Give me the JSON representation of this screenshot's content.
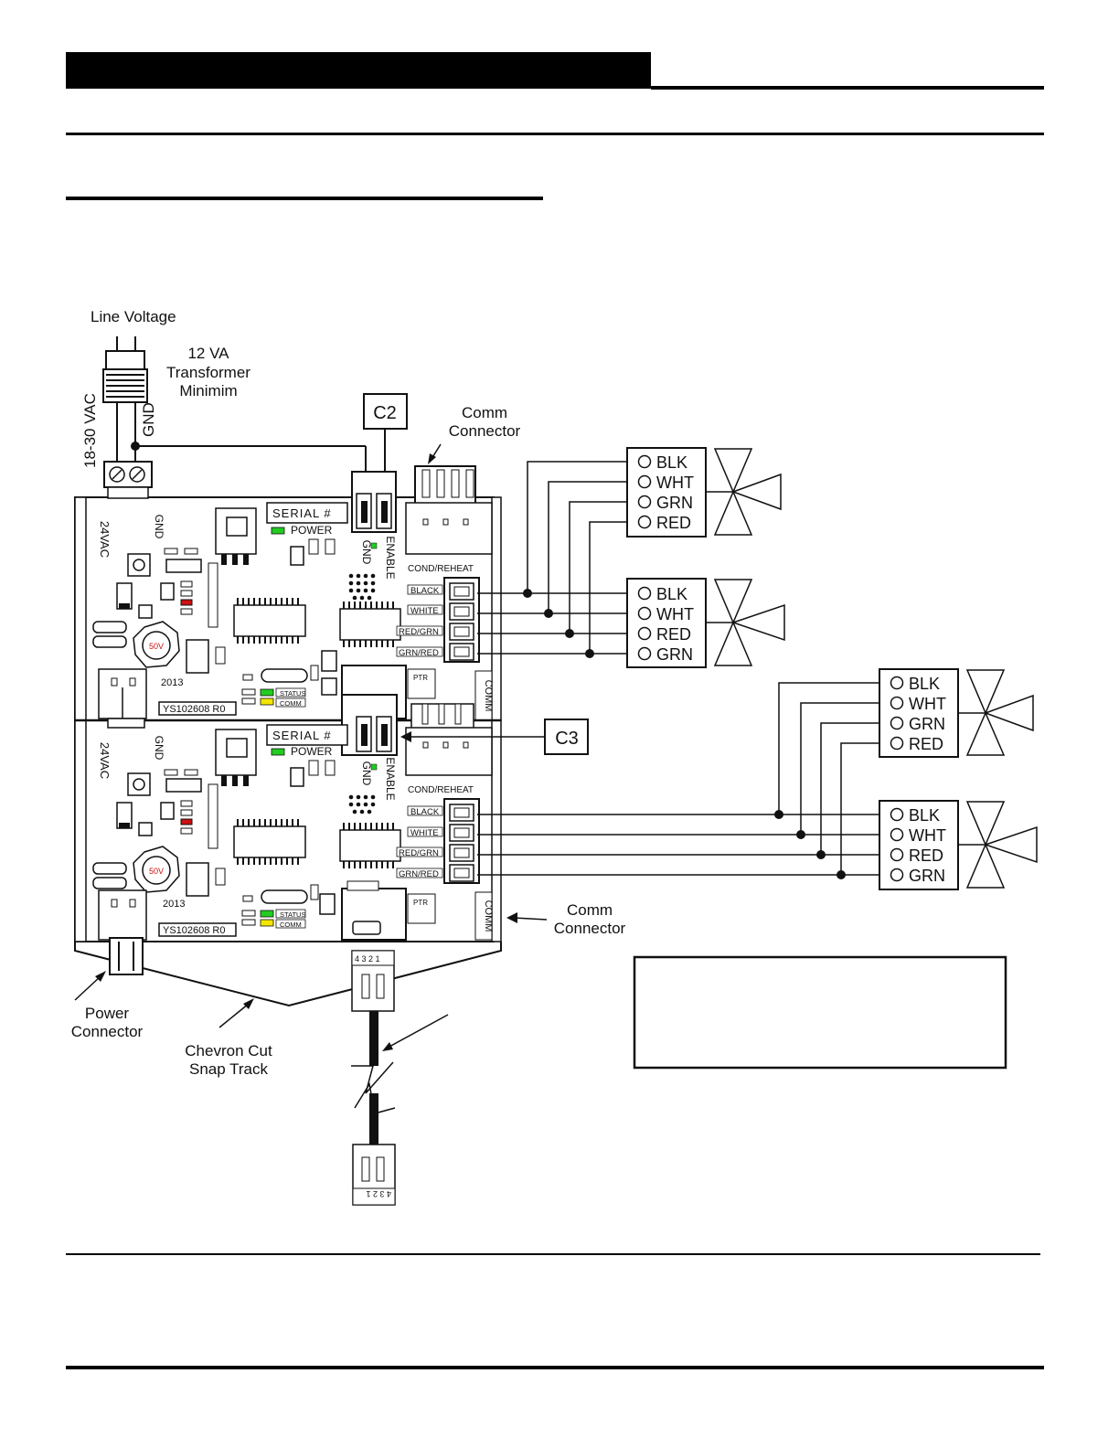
{
  "labels": {
    "line_voltage": "Line Voltage",
    "xfmr_1": "12 VA",
    "xfmr_2": "Transformer",
    "xfmr_3": "Minimim",
    "vac": "18-30 VAC",
    "gnd": "GND",
    "c2": "C2",
    "c3": "C3",
    "comm_top_1": "Comm",
    "comm_top_2": "Connector",
    "comm_bot_1": "Comm",
    "comm_bot_2": "Connector",
    "power_1": "Power",
    "power_2": "Connector",
    "chevron_1": "Chevron Cut",
    "chevron_2": "Snap Track"
  },
  "boards": {
    "board_1": {
      "vac": "24VAC",
      "gnd": "GND",
      "enable": "ENABLE",
      "serial": "SERIAL #",
      "power": "POWER",
      "cond": "COND/REHEAT",
      "black": "BLACK",
      "white": "WHITE",
      "redgrn": "RED/GRN",
      "grnred": "GRN/RED",
      "comm": "COMM",
      "year": "2013",
      "part": "YS102608 R0",
      "status": "STATUS",
      "comm_led": "COMM",
      "ptr": "PTR",
      "cap": "50V"
    },
    "board_2": {
      "vac": "24VAC",
      "gnd": "GND",
      "enable": "ENABLE",
      "serial": "SERIAL #",
      "power": "POWER",
      "cond": "COND/REHEAT",
      "black": "BLACK",
      "white": "WHITE",
      "redgrn": "RED/GRN",
      "grnred": "GRN/RED",
      "comm": "COMM",
      "year": "2013",
      "part": "YS102608 R0",
      "status": "STATUS",
      "comm_led": "COMM",
      "ptr": "PTR",
      "cap": "50V"
    }
  },
  "valves": {
    "v1": [
      "BLK",
      "WHT",
      "GRN",
      "RED"
    ],
    "v2": [
      "BLK",
      "WHT",
      "RED",
      "GRN"
    ],
    "v3": [
      "BLK",
      "WHT",
      "GRN",
      "RED"
    ],
    "v4": [
      "BLK",
      "WHT",
      "RED",
      "GRN"
    ]
  },
  "plug_pins": "4 3 2 1",
  "colors": {
    "ink": "#111111",
    "led_green": "#22cc22",
    "led_yellow": "#f2e600",
    "cap_red": "#cc1111"
  }
}
